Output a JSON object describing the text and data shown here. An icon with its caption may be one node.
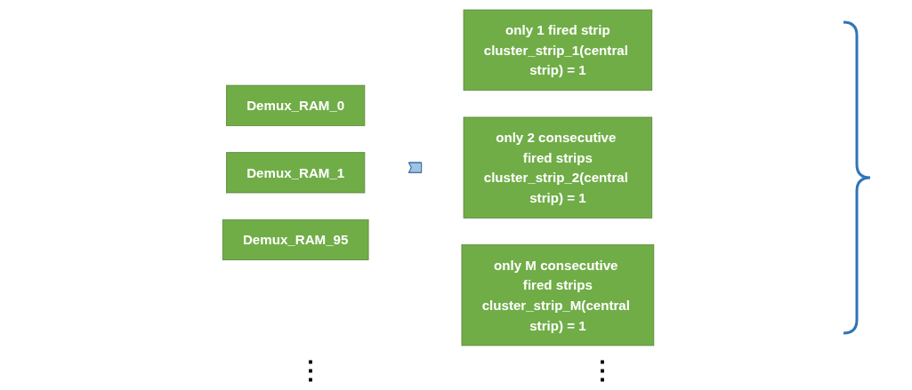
{
  "diagram": {
    "nodes": [
      {
        "text": [
          "Demux_RAM_0"
        ]
      },
      {
        "text": [
          "Demux_RAM_1"
        ]
      },
      {
        "text": [
          "Demux_RAM_95"
        ]
      },
      {
        "text": [],
        "shape": "arrow"
      },
      {
        "text": [
          "only 1 fired strip",
          "cluster_strip_1(central strip) = 1"
        ]
      },
      {
        "text": [
          "only 2 consecutive fired strips",
          "cluster_strip_2(central strip) = 1"
        ]
      },
      {
        "text": [
          "only M consecutive fired strips",
          "cluster_strip_M(central strip) = 1"
        ]
      }
    ],
    "edges": [],
    "labels": [
      "⋮",
      "⋮"
    ]
  }
}
